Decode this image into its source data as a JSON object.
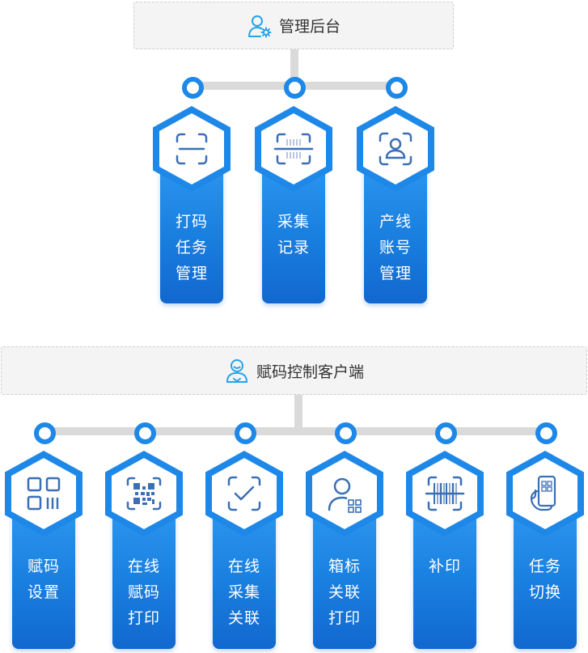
{
  "admin": {
    "title": "管理后台",
    "icon": "user-gear-icon",
    "modules": [
      {
        "lines": [
          "打码",
          "任务",
          "管理"
        ],
        "icon": "scan-frame-icon"
      },
      {
        "lines": [
          "采集",
          "记录"
        ],
        "icon": "barcode-scan-icon"
      },
      {
        "lines": [
          "产线",
          "账号",
          "管理"
        ],
        "icon": "face-id-icon"
      }
    ]
  },
  "client": {
    "title": "赋码控制客户端",
    "icon": "user-icon",
    "modules": [
      {
        "lines": [
          "赋码",
          "设置"
        ],
        "icon": "qr-grid-icon"
      },
      {
        "lines": [
          "在线",
          "赋码",
          "打印"
        ],
        "icon": "qr-scan-icon"
      },
      {
        "lines": [
          "在线",
          "采集",
          "关联"
        ],
        "icon": "check-frame-icon"
      },
      {
        "lines": [
          "箱标",
          "关联",
          "打印"
        ],
        "icon": "user-qr-icon"
      },
      {
        "lines": [
          "补印"
        ],
        "icon": "barcode-frame-icon"
      },
      {
        "lines": [
          "任务",
          "切换"
        ],
        "icon": "phone-hand-icon"
      }
    ]
  },
  "colors": {
    "accent": "#1e88e8",
    "icon_stroke": "#3b6fb5",
    "header_icon": "#27a3e8",
    "connector": "#dadada"
  }
}
